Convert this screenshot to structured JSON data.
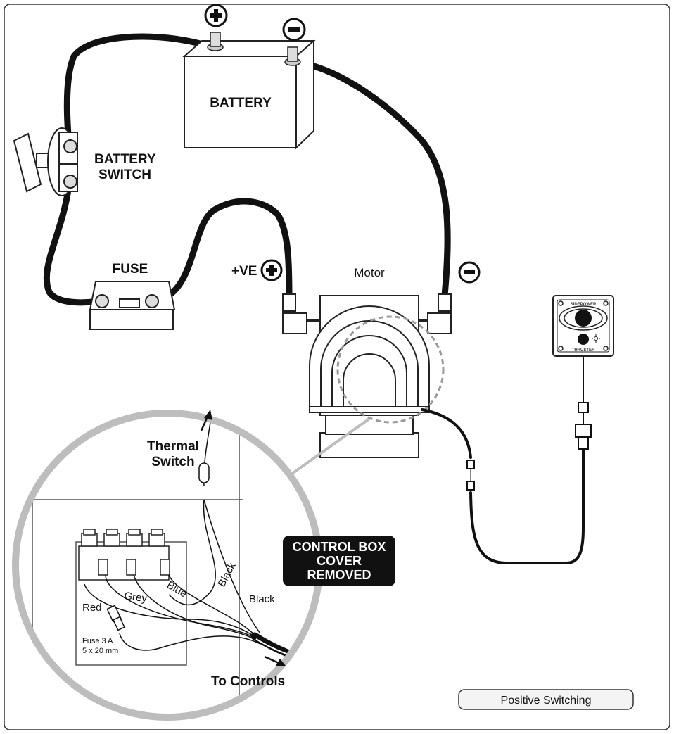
{
  "labels": {
    "battery": "BATTERY",
    "battery_switch_line1": "BATTERY",
    "battery_switch_line2": "SWITCH",
    "fuse": "FUSE",
    "positive": "+VE",
    "motor": "Motor",
    "thermal_line1": "Thermal",
    "thermal_line2": "Switch",
    "callout_line1": "CONTROL BOX",
    "callout_line2": "COVER",
    "callout_line3": "REMOVED",
    "wire_black_inner": "Black",
    "wire_black_outer": "Black",
    "wire_blue": "Blue",
    "wire_grey": "Grey",
    "wire_red": "Red",
    "fuse_spec_line1": "Fuse 3 A",
    "fuse_spec_line2": "5 x 20 mm",
    "to_controls": "To Controls",
    "panel_top": "SIDEPOWER",
    "panel_bottom": "THRUSTER",
    "footer": "Positive Switching"
  },
  "icons": {
    "plus": "plus-circle-icon",
    "minus": "minus-circle-icon",
    "light": "sun-icon",
    "arrow": "arrow-icon"
  },
  "colors": {
    "cable": "#111111",
    "magnifier": "#bdbdbd",
    "callout_bg": "#111111",
    "outline": "#222222"
  }
}
